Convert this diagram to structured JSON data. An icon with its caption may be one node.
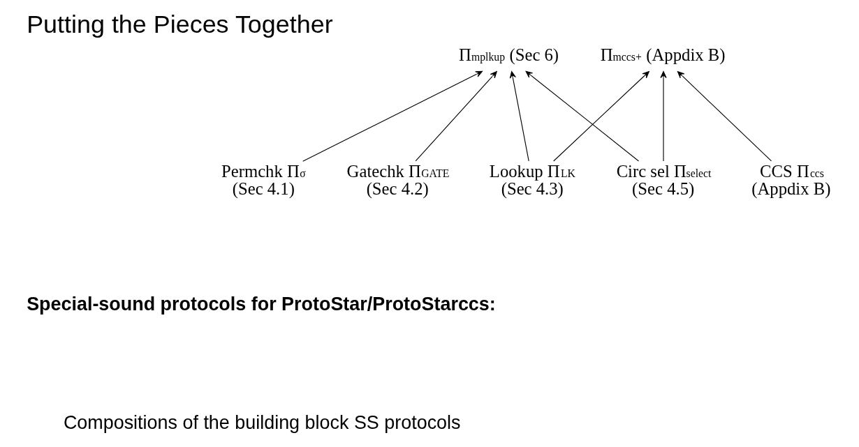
{
  "diagram": {
    "title": "Putting the Pieces Together",
    "caption": "Special-sound protocols for ProtoStar/ProtoStarccs:",
    "nodes": [
      {
        "text": [
          "Π$_{mplkup}$ (Sec 6)"
        ]
      },
      {
        "text": [
          "Π$_{mccs+}$ (Appdix B)"
        ]
      },
      {
        "text": [
          "Permchk Π$_{σ}$",
          "(Sec 4.1)"
        ]
      },
      {
        "text": [
          "Gatechk Π$_{GATE}$",
          "(Sec 4.2)"
        ]
      },
      {
        "text": [
          "Lookup Π$_{LK}$",
          "(Sec 4.3)"
        ]
      },
      {
        "text": [
          "Circ sel Π$_{select}$",
          "(Sec 4.5)"
        ]
      },
      {
        "text": [
          "CCS Π$_{ccs}$",
          "(Appdix B)"
        ]
      }
    ],
    "edges": [
      {
        "from": 2,
        "to": 0,
        "arrow": "to"
      },
      {
        "from": 3,
        "to": 0,
        "arrow": "to"
      },
      {
        "from": 4,
        "to": 0,
        "arrow": "to"
      },
      {
        "from": 5,
        "to": 0,
        "arrow": "to"
      },
      {
        "from": 4,
        "to": 1,
        "arrow": "to"
      },
      {
        "from": 5,
        "to": 1,
        "arrow": "to"
      },
      {
        "from": 6,
        "to": 1,
        "arrow": "to"
      }
    ],
    "labels": [
      "Compositions of the building block SS protocols"
    ]
  }
}
